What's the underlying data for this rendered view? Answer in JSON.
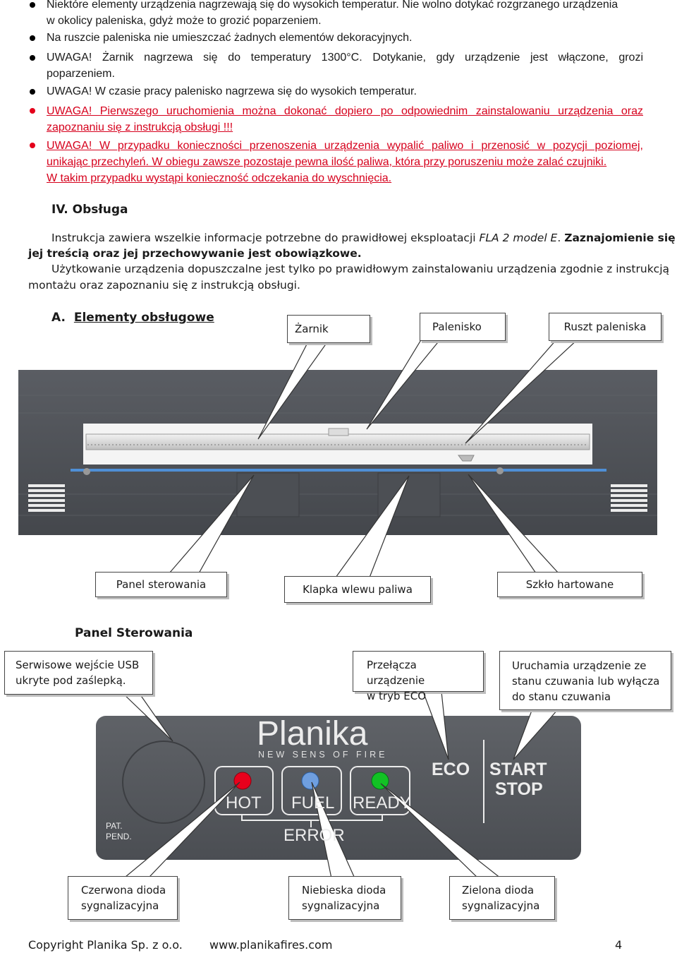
{
  "warnings": [
    {
      "lines": [
        "Niektóre elementy urządzenia nagrzewają się do wysokich temperatur. Nie wolno dotykać rozgrzanego urządzenia",
        "w okolicy paleniska, gdyż może to grozić poparzeniem."
      ],
      "style": "normal"
    },
    {
      "lines": [
        "Na ruszcie paleniska nie umieszczać żadnych elementów dekoracyjnych."
      ],
      "style": "normal"
    },
    {
      "lines": [
        "UWAGA! Żarnik nagrzewa się do temperatury 1300°C. Dotykanie, gdy urządzenie jest włączone, grozi",
        "poparzeniem."
      ],
      "style": "normal"
    },
    {
      "lines": [
        "UWAGA! W czasie pracy palenisko nagrzewa się do wysokich temperatur."
      ],
      "style": "normal"
    },
    {
      "lines": [
        "UWAGA! Pierwszego uruchomienia można dokonać dopiero po odpowiednim zainstalowaniu urządzenia oraz",
        "zapoznaniu się z instrukcją obsługi !!!"
      ],
      "style": "red"
    },
    {
      "lines": [
        "UWAGA! W przypadku konieczności przenoszenia urządzenia wypalić paliwo i przenosić w pozycji poziomej,",
        "unikając przechyleń. W obiegu zawsze pozostaje pewna ilość paliwa, która przy poruszeniu może zalać czujniki.",
        "W takim przypadku wystąpi konieczność odczekania do wyschnięcia."
      ],
      "style": "red"
    }
  ],
  "section": {
    "number": "IV.",
    "title": "Obsługa"
  },
  "intro": {
    "p1_a": "Instrukcja zawiera wszelkie informacje potrzebne do prawidłowej eksploatacji ",
    "p1_italic": "FLA 2 model E",
    "p1_b": ". ",
    "p1_bold1": "Zaznajomienie się z",
    "p1_bold2": "jej treścią oraz jej przechowywanie jest obowiązkowe.",
    "p2_1": "Użytkowanie urządzenia dopuszczalne jest tylko po prawidłowym zainstalowaniu urządzenia zgodnie z instrukcją",
    "p2_2": "montażu oraz zapoznaniu się z instrukcją obsługi."
  },
  "subsection": {
    "letter": "A.",
    "title": "Elementy obsługowe"
  },
  "device_callouts": {
    "igniter": "Żarnik",
    "firebox": "Palenisko",
    "grate": "Ruszt paleniska",
    "control_panel": "Panel sterowania",
    "fuel_flap": "Klapka wlewu paliwa",
    "glass": "Szkło hartowane"
  },
  "panel_heading": "Panel Sterowania",
  "panel_callouts": {
    "usb": [
      "Serwisowe wejście USB",
      "ukryte pod zaślepką."
    ],
    "eco": [
      "Przełącza urządzenie",
      "w tryb ECO"
    ],
    "startstop": [
      "Uruchamia urządzenie  ze",
      "stanu czuwania  lub wyłącza",
      "do stanu czuwania"
    ],
    "red_led": [
      "Czerwona dioda",
      "sygnalizacyjna"
    ],
    "blue_led": [
      "Niebieska dioda",
      "sygnalizacyjna"
    ],
    "green_led": [
      "Zielona dioda",
      "sygnalizacyjna"
    ]
  },
  "panel": {
    "brand": "Planika",
    "tagline": "NEW SENS OF FIRE",
    "hot": "HOT",
    "fuel": "FUEL",
    "ready": "READY",
    "error": "ERROR",
    "pat": "PAT.",
    "pend": "PEND.",
    "eco": "ECO",
    "start": "START",
    "stop": "STOP",
    "led_colors": {
      "hot": "#e8001c",
      "fuel": "#6f9fe0",
      "ready": "#12c224"
    }
  },
  "footer": {
    "copyright": "Copyright Planika Sp. z o.o.",
    "website": "www.planikafires.com",
    "page": "4"
  }
}
